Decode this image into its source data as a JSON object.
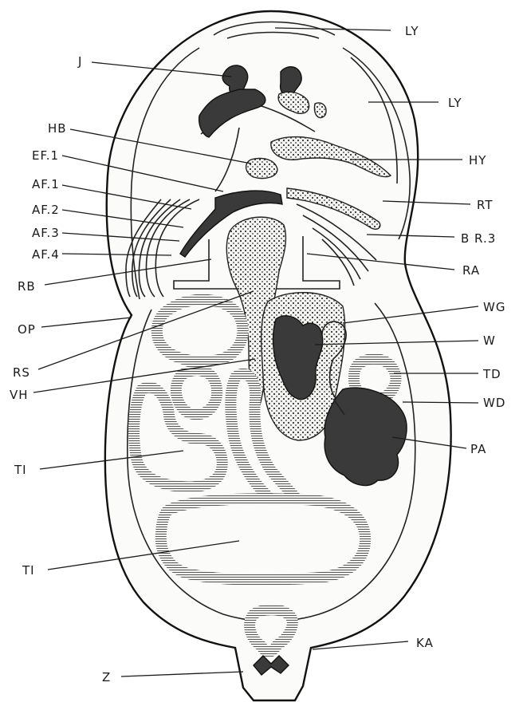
{
  "figure": {
    "labels": {
      "ly_top": "LY",
      "ly_right": "LY",
      "j": "J",
      "hb": "HB",
      "hy": "HY",
      "ef1": "EF.1",
      "af1": "AF.1",
      "af2": "AF.2",
      "af3": "AF.3",
      "af4": "AF.4",
      "rt": "RT",
      "br3": "B R.3",
      "ra": "RA",
      "rb": "RB",
      "op": "OP",
      "wg": "WG",
      "w": "W",
      "rs": "RS",
      "td": "TD",
      "vh": "VH",
      "wd": "WD",
      "pa": "PA",
      "ti_left": "TI",
      "ti_bottom": "TI",
      "ka": "KA",
      "z": "Z"
    }
  }
}
